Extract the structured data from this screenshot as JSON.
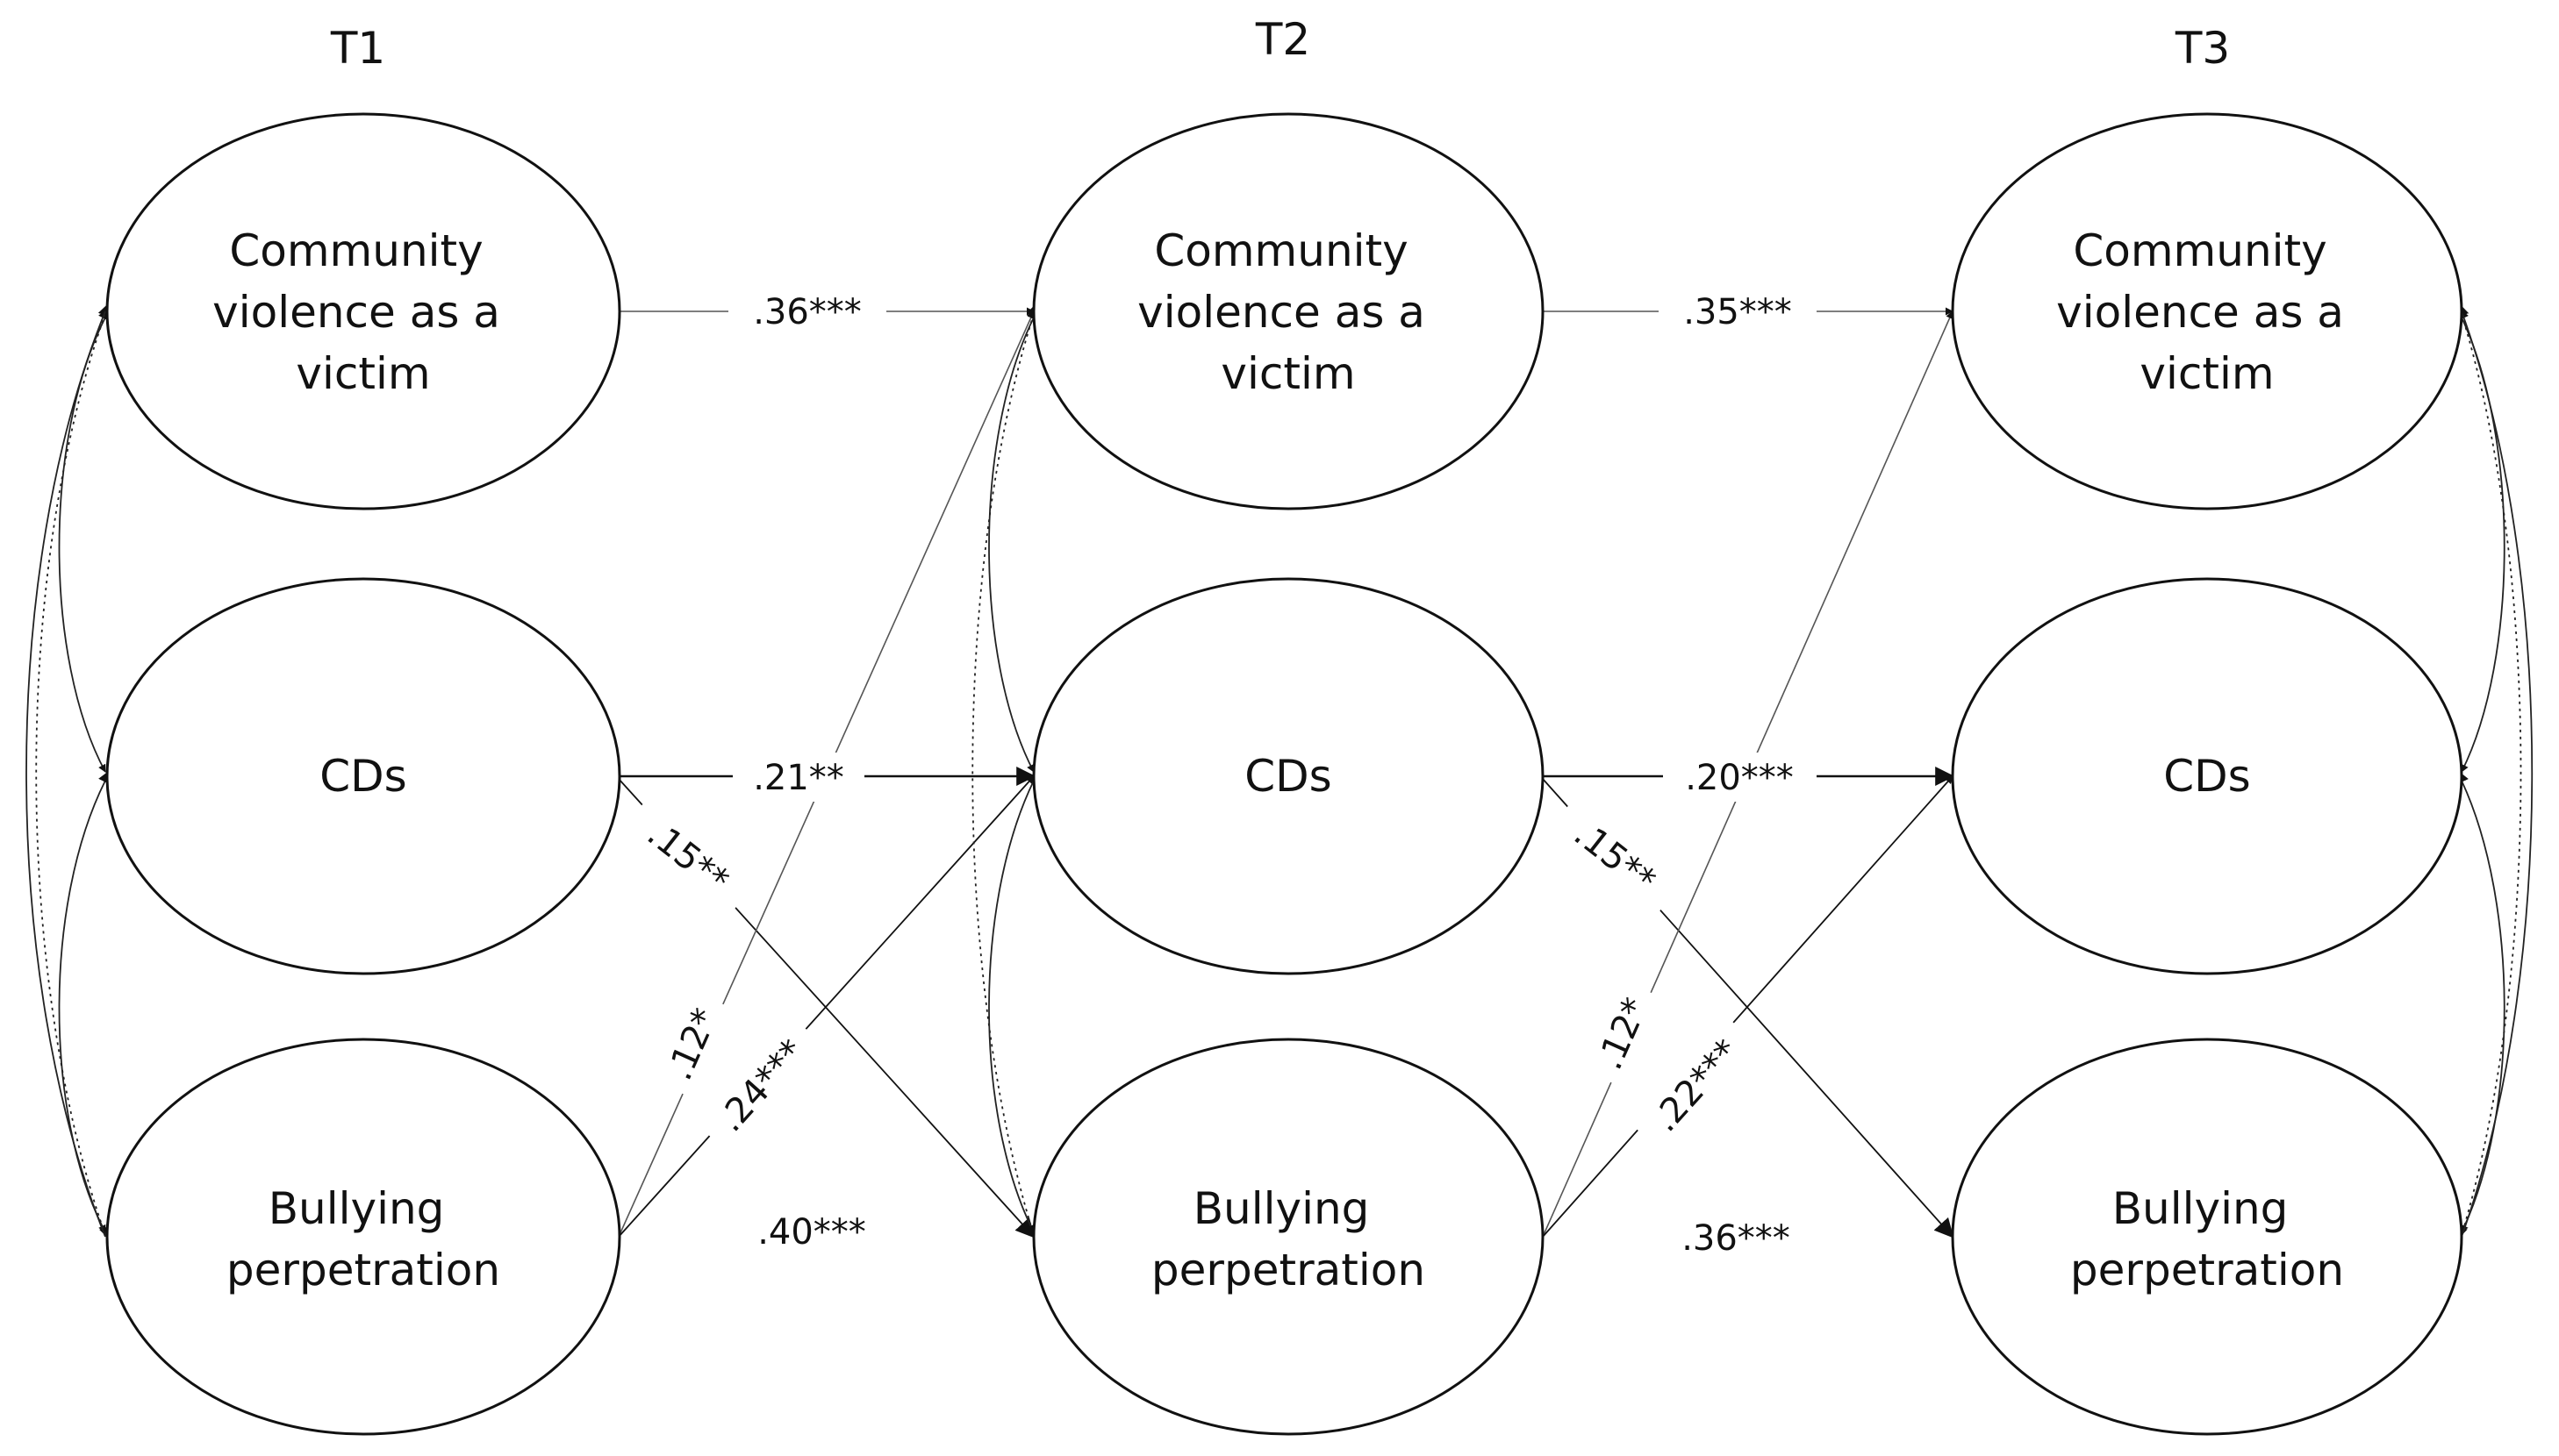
{
  "waves": [
    {
      "id": "t1",
      "label": "T1"
    },
    {
      "id": "t2",
      "label": "T2"
    },
    {
      "id": "t3",
      "label": "T3"
    }
  ],
  "constructs": [
    {
      "id": "cv",
      "lines": [
        "Community",
        "violence as a",
        "victim"
      ]
    },
    {
      "id": "cd",
      "lines": [
        "CDs"
      ]
    },
    {
      "id": "bp",
      "lines": [
        "Bullying",
        "perpetration"
      ]
    }
  ],
  "paths": {
    "cv_t1_t2": ".36***",
    "cd_t1_t2": ".21**",
    "bp_t1_t2": ".40***",
    "cd_t1_bp_t2": ".15**",
    "bp_t1_cv_t2": ".12*",
    "bp_t1_cd_t2": ".24***",
    "cv_t2_t3": ".35***",
    "cd_t2_t3": ".20***",
    "bp_t2_t3": ".36***",
    "cd_t2_bp_t3": ".15**",
    "bp_t2_cv_t3": ".12*",
    "bp_t2_cd_t3": ".22***"
  }
}
